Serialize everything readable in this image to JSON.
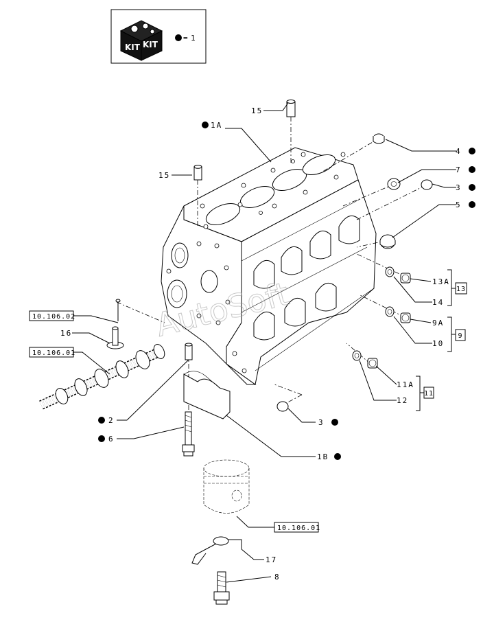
{
  "kit_box": {
    "kit_label_left": "KIT",
    "kit_label_right": "KIT",
    "legend_equals": "=",
    "legend_value": "1"
  },
  "watermark": "AutoSoft",
  "callouts": {
    "c15a": "15",
    "c1A": "1A",
    "c15b": "15",
    "c4": "4",
    "c7": "7",
    "c3a": "3",
    "c5": "5",
    "c13A": "13A",
    "c14": "14",
    "c9A": "9A",
    "c10": "10",
    "c11A": "11A",
    "c12": "12",
    "c16": "16",
    "c2": "2",
    "c6": "6",
    "c3b": "3",
    "c1B": "1B",
    "c17": "17",
    "c8": "8"
  },
  "group_refs": {
    "g13": "13",
    "g9": "9",
    "g11": "11"
  },
  "page_refs": {
    "r1": "10.106.02",
    "r2": "10.106.01",
    "r3": "10.106.01"
  }
}
